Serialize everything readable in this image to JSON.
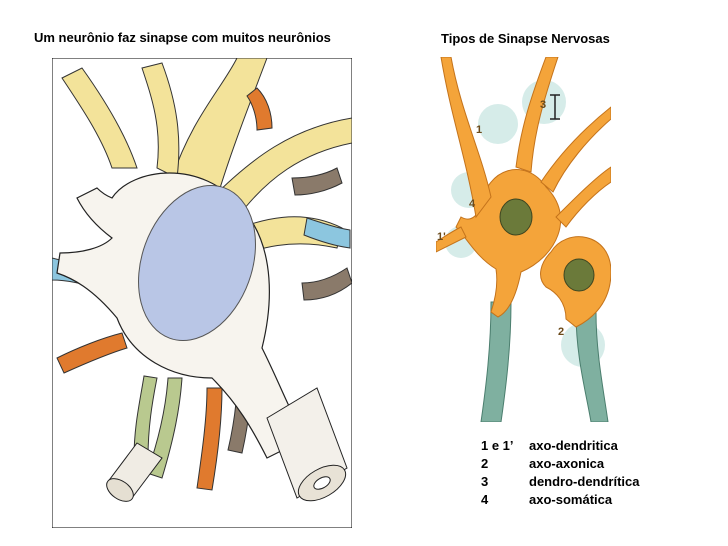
{
  "titles": {
    "left": "Um neurônio faz sinapse com muitos neurônios",
    "right": "Tipos de Sinapse Nervosas"
  },
  "markers": {
    "m1": "1",
    "m1b": "1'",
    "m2": "2",
    "m3": "3",
    "m4": "4"
  },
  "legend": [
    {
      "key": "1 e 1’",
      "value": "axo-dendritica"
    },
    {
      "key": "2",
      "value": "axo-axonica"
    },
    {
      "key": "3",
      "value": "dendro-dendrítica"
    },
    {
      "key": "4",
      "value": "axo-somática"
    }
  ],
  "colors": {
    "dendrite_yellow": "#f3e39a",
    "axon_orange": "#e07a2e",
    "axon_blue": "#8cc6df",
    "axon_brown": "#8a7a6a",
    "axon_green": "#b9c98f",
    "nucleus_blue": "#b9c6e6",
    "neuron_orange": "#f4a43a",
    "synapse_circle": "#d6ece9",
    "myelin_teal": "#7fb0a0"
  }
}
